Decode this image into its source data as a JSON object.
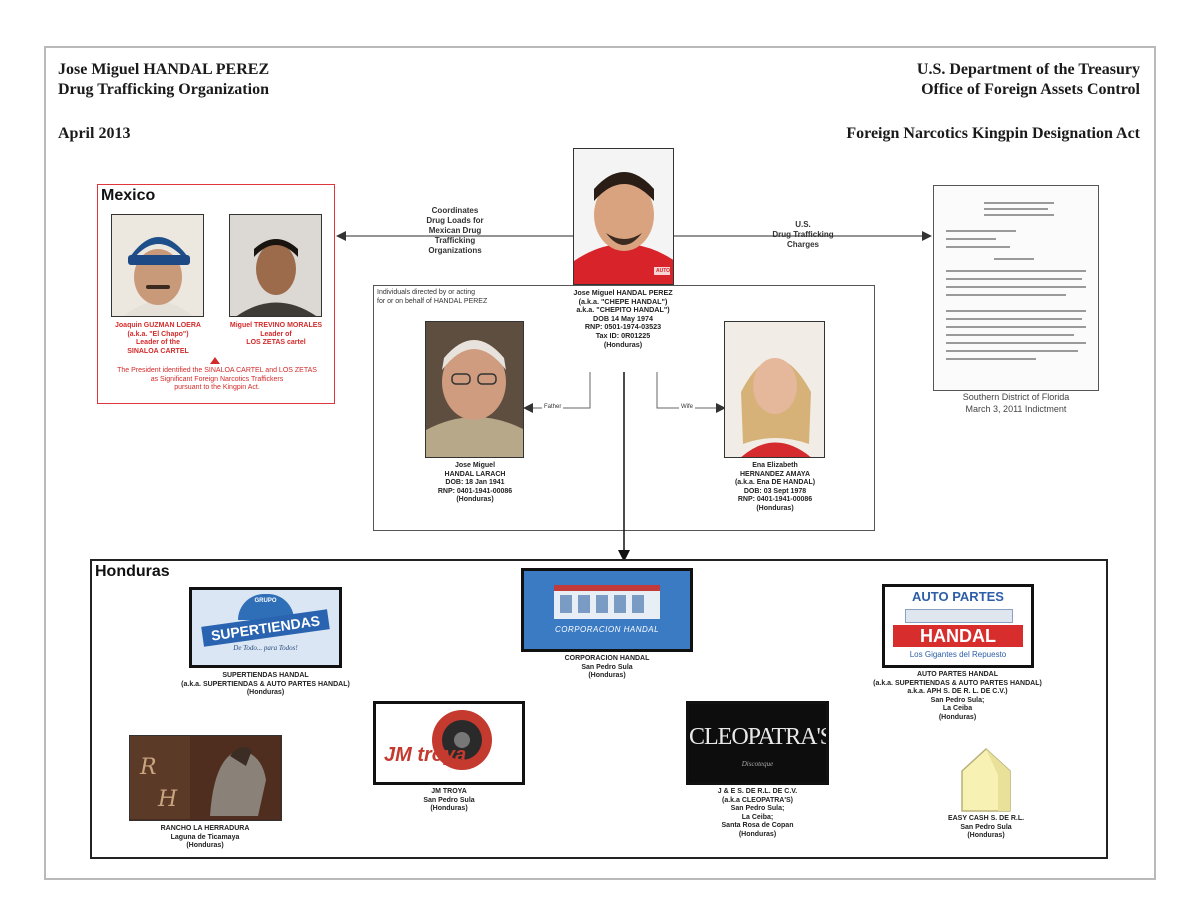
{
  "header": {
    "left_line1": "Jose Miguel HANDAL PEREZ",
    "left_line2": "Drug Trafficking Organization",
    "date": "April 2013",
    "right_line1": "U.S. Department of the Treasury",
    "right_line2": "Office of Foreign Assets Control",
    "right_line3": "Foreign Narcotics Kingpin Designation Act"
  },
  "mexico": {
    "label": "Mexico",
    "person1": {
      "name": "Joaquin GUZMAN LOERA",
      "aka": "(a.k.a. \"El Chapo\")",
      "role": "Leader of the",
      "org": "SINALOA CARTEL"
    },
    "person2": {
      "name": "Miguel TREVINO MORALES",
      "role": "Leader of",
      "org": "LOS ZETAS cartel"
    },
    "note_line1": "The President identified the SINALOA CARTEL and LOS ZETAS",
    "note_line2": "as Significant Foreign Narcotics Traffickers",
    "note_line3": "pursuant to the Kingpin Act."
  },
  "links": {
    "to_mexico_line1": "Coordinates",
    "to_mexico_line2": "Drug Loads for",
    "to_mexico_line3": "Mexican Drug",
    "to_mexico_line4": "Trafficking",
    "to_mexico_line5": "Organizations",
    "to_us_line1": "U.S.",
    "to_us_line2": "Drug Trafficking",
    "to_us_line3": "Charges",
    "father": "Father",
    "wife": "Wife"
  },
  "central": {
    "name": "Jose Miguel HANDAL PEREZ",
    "aka1": "(a.k.a. \"CHEPE HANDAL\")",
    "aka2": "a.k.a. \"CHEPITO HANDAL\")",
    "dob": "DOB 14 May 1974",
    "rnp": "RNP: 0501-1974-03523",
    "tax": "Tax ID: 0R01225",
    "country": "(Honduras)",
    "shirt_text": "AUTO"
  },
  "indictment": {
    "line1": "Southern District of Florida",
    "line2": "March 3, 2011 Indictment"
  },
  "individuals": {
    "box_label_line1": "Individuals directed by or acting",
    "box_label_line2": "for or on behalf of HANDAL PEREZ",
    "father": {
      "line1": "Jose Miguel",
      "line2": "HANDAL LARACH",
      "dob": "DOB: 18 Jan 1941",
      "rnp": "RNP: 0401-1941-00086",
      "country": "(Honduras)"
    },
    "wife": {
      "line1": "Ena Elizabeth",
      "line2": "HERNANDEZ AMAYA",
      "aka": "(a.k.a. Ena DE HANDAL)",
      "dob": "DOB: 03 Sept 1978",
      "rnp": "RNP: 0401-1941-00086",
      "country": "(Honduras)"
    }
  },
  "honduras": {
    "label": "Honduras",
    "corporacion": {
      "logo": "CORPORACION HANDAL",
      "line1": "CORPORACION HANDAL",
      "line2": "San Pedro Sula",
      "line3": "(Honduras)"
    },
    "supertiendas": {
      "logo_top": "GRUPO",
      "logo": "SUPERTIENDAS",
      "logo_tag": "De Todo... para Todos!",
      "line1": "SUPERTIENDAS HANDAL",
      "line2": "(a.k.a. SUPERTIENDAS & AUTO PARTES HANDAL)",
      "line3": "(Honduras)"
    },
    "autopartes": {
      "logo_top": "AUTO PARTES",
      "logo": "HANDAL",
      "logo_tag": "Los Gigantes del Repuesto",
      "line1": "AUTO PARTES HANDAL",
      "line2": "(a.k.a. SUPERTIENDAS & AUTO PARTES HANDAL)",
      "line3": "a.k.a. APH S. DE R. L. DE C.V.)",
      "line4": "San Pedro Sula;",
      "line5": "La Ceiba",
      "line6": "(Honduras)"
    },
    "jmtroya": {
      "logo": "JM troya",
      "line1": "JM TROYA",
      "line2": "San Pedro Sula",
      "line3": "(Honduras)"
    },
    "cleopatras": {
      "logo": "CLEOPATRA'S",
      "logo_tag": "Discoteque",
      "line1": "J & E S. DE R.L. DE C.V.",
      "line2": "(a.k.a CLEOPATRA'S)",
      "line3": "San Pedro Sula;",
      "line4": "La Ceiba;",
      "line5": "Santa Rosa de Copan",
      "line6": "(Honduras)"
    },
    "rancho": {
      "line1": "RANCHO LA HERRADURA",
      "line2": "Laguna de Ticamaya",
      "line3": "(Honduras)"
    },
    "easycash": {
      "line1": "EASY CASH S. DE R.L.",
      "line2": "San Pedro Sula",
      "line3": "(Honduras)"
    }
  },
  "colors": {
    "mexico_border": "#e0353a",
    "caption_red": "#d32b2b",
    "corp_blue": "#2f6fb7",
    "autopartes_red": "#d72d2d",
    "autopartes_blue": "#2d5ea8"
  }
}
